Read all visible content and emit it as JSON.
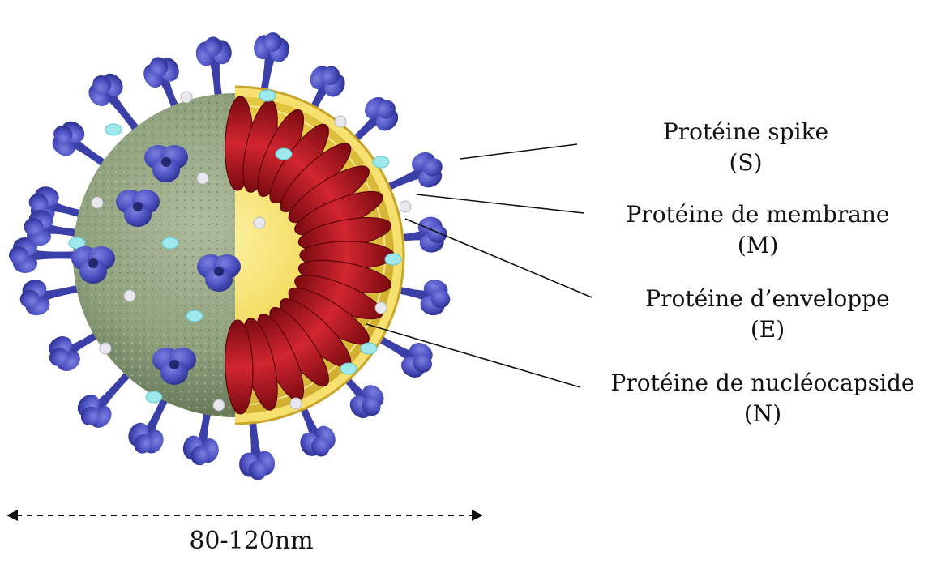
{
  "diagram": {
    "labels": {
      "spike": {
        "name": "Protéine spike",
        "code": "(S)"
      },
      "membrane": {
        "name": "Protéine de membrane",
        "code": "(M)"
      },
      "envelope": {
        "name": "Protéine d’enveloppe",
        "code": "(E)"
      },
      "nucleocapsid": {
        "name": "Protéine de nucléocapside",
        "code": "(N)"
      }
    },
    "size_label": "80-120nm",
    "colors": {
      "spike": "#4a4fc0",
      "membrane_protein": "#9fe8ec",
      "envelope_protein": "#e8e8ee",
      "surface": "#8ea07c",
      "interior": "#f0d54a",
      "nucleocapsid": "#b3141c"
    }
  }
}
